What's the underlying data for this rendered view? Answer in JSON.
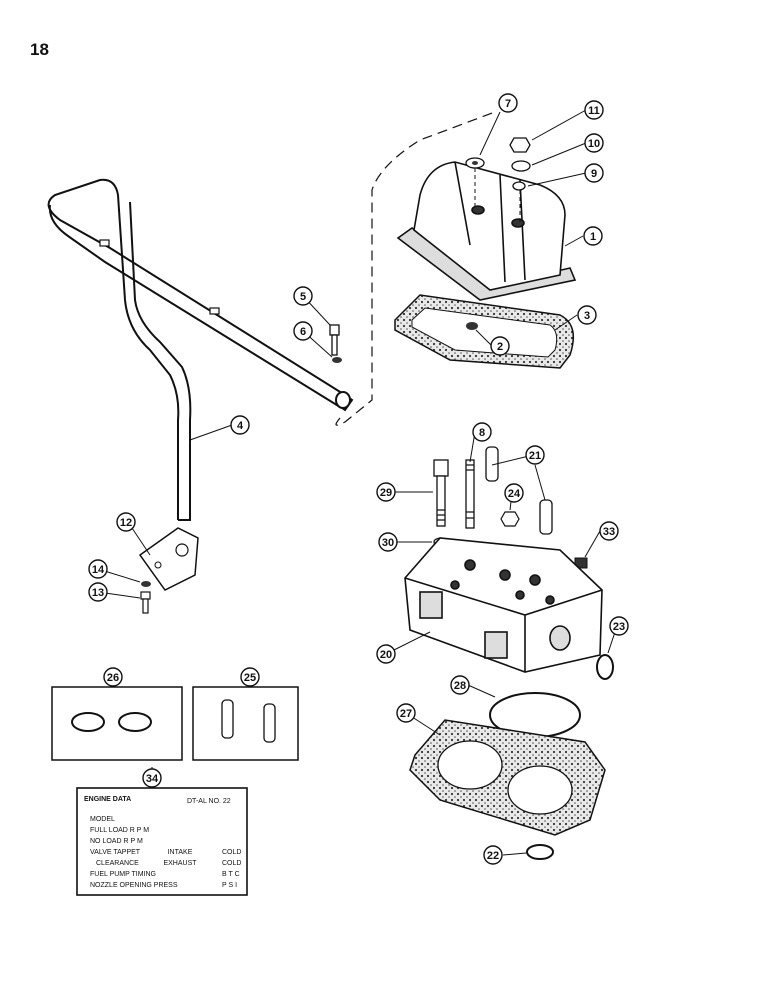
{
  "page_number": "18",
  "callouts": [
    "1",
    "2",
    "3",
    "4",
    "5",
    "6",
    "7",
    "8",
    "9",
    "10",
    "11",
    "12",
    "13",
    "14",
    "20",
    "21",
    "22",
    "23",
    "24",
    "25",
    "26",
    "27",
    "28",
    "29",
    "30",
    "33",
    "34"
  ],
  "data_plate": {
    "heading": "ENGINE DATA",
    "serial_label": "DT-AL NO. 22",
    "rows": [
      {
        "left": "MODEL",
        "mid": "",
        "right": ""
      },
      {
        "left": "FULL LOAD R P M",
        "mid": "",
        "right": ""
      },
      {
        "left": "NO LOAD R P M",
        "mid": "",
        "right": ""
      },
      {
        "left": "VALVE TAPPET",
        "mid": "INTAKE",
        "right": "COLD"
      },
      {
        "left": "CLEARANCE",
        "mid": "EXHAUST",
        "right": "COLD"
      },
      {
        "left": "FUEL PUMP TIMING",
        "mid": "",
        "right": "B T C"
      },
      {
        "left": "NOZZLE OPENING PRESS",
        "mid": "",
        "right": "P S I"
      }
    ]
  }
}
